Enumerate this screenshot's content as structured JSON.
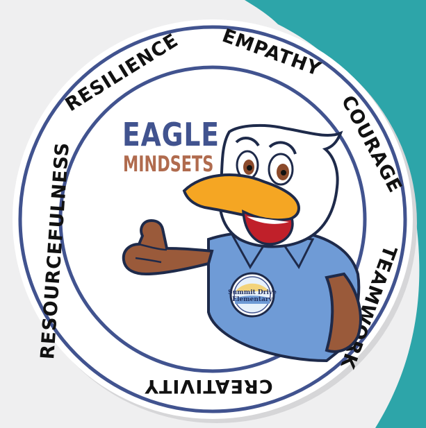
{
  "badge": {
    "title_line1": "EAGLE",
    "title_line2": "MINDSETS",
    "ring_words": {
      "empathy": "EMPATHY",
      "courage": "COURAGE",
      "teamwork": "TEAMWORK",
      "creativity": "CREATIVITY",
      "resourcefulness": "RESOURCEFULNESS",
      "resilience": "RESILIENCE"
    },
    "school_patch": {
      "line1": "Summit Drive",
      "line2": "Elementary"
    }
  },
  "colors": {
    "background": "#efeff0",
    "teal_accent": "#2da5a9",
    "ring_blue": "#41538f",
    "title_blue": "#41538f",
    "title_brown": "#b06b4e",
    "shirt_blue": "#6f9bd6",
    "beak_orange": "#f5a623",
    "wing_brown": "#9a5a3a"
  }
}
